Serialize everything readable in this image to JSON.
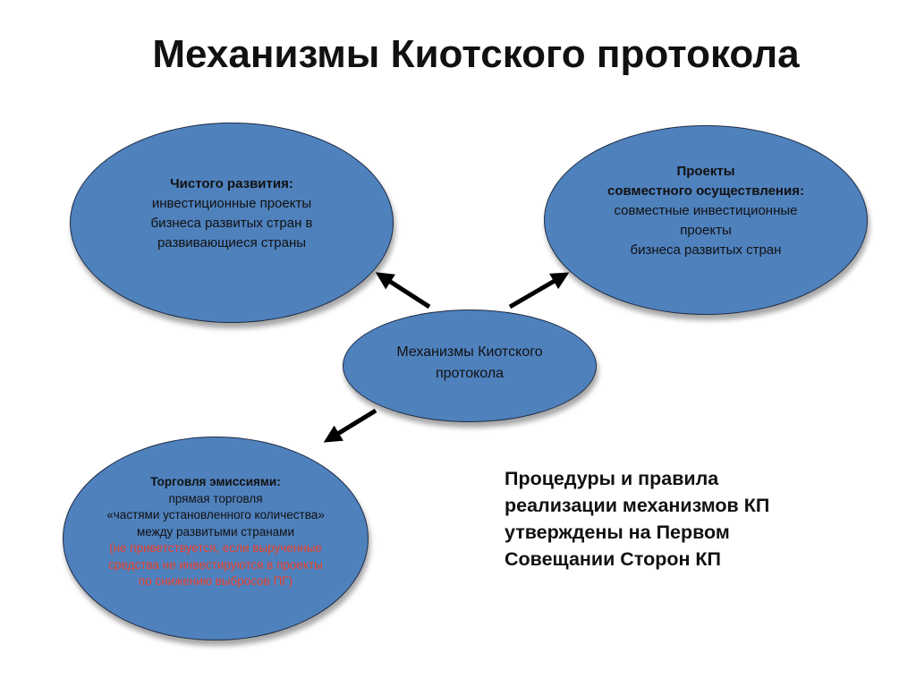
{
  "title": "Механизмы Киотского протокола",
  "center": {
    "lines": [
      "Механизмы Киотского",
      "протокола"
    ]
  },
  "clean_development": {
    "heading": "Чистого развития:",
    "lines": [
      "инвестиционные проекты",
      "бизнеса развитых стран в",
      "развивающиеся страны"
    ]
  },
  "joint_implementation": {
    "heading_lines": [
      "Проекты",
      "совместного осуществления:"
    ],
    "lines": [
      "совместные инвестиционные",
      "проекты",
      "бизнеса развитых стран"
    ]
  },
  "emissions_trading": {
    "heading": "Торговля эмиссиями:",
    "lines": [
      "прямая торговля",
      "«частями установленного количества»",
      "между развитыми странами"
    ],
    "note_lines": [
      "(не приветствуется, если вырученные",
      "средства не инвестируются в проекты",
      "по снижению выбросов ПГ)"
    ]
  },
  "procedures_note": {
    "lines": [
      "Процедуры и правила",
      "реализации механизмов КП",
      "утверждены на Первом",
      "Совещании Сторон КП"
    ]
  },
  "colors": {
    "ellipse_fill": "#4f81bd",
    "ellipse_border": "#1f2d44",
    "note_red": "#e8402a",
    "arrow": "#000000"
  }
}
